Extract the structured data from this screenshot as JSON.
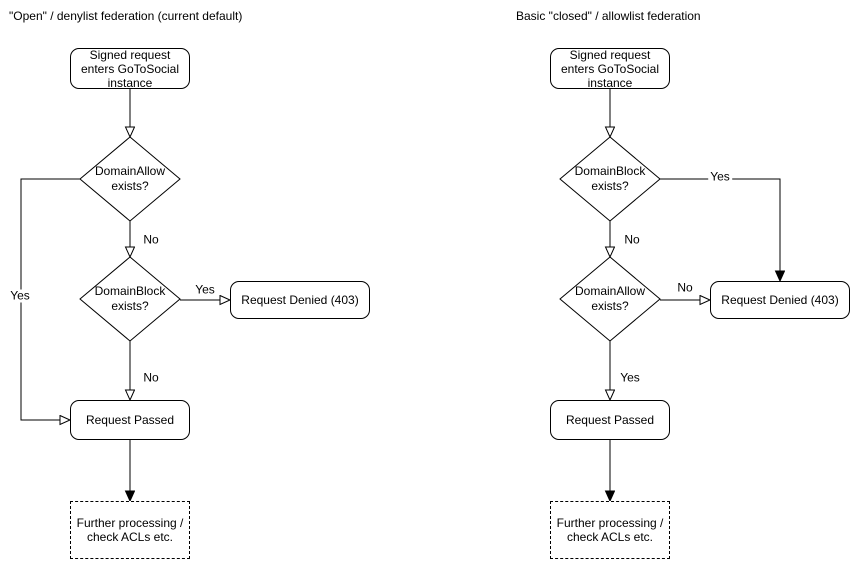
{
  "colors": {
    "background": "#ffffff",
    "stroke": "#000000",
    "text": "#000000"
  },
  "left_chart": {
    "title": "\"Open\" / denylist federation (current default)",
    "nodes": {
      "start": "Signed request enters GoToSocial instance",
      "decision1": "DomainAllow exists?",
      "decision2": "DomainBlock exists?",
      "denied": "Request Denied (403)",
      "passed": "Request Passed",
      "further": "Further processing / check ACLs etc."
    },
    "edge_labels": {
      "decision1_yes": "Yes",
      "decision1_no": "No",
      "decision2_yes": "Yes",
      "decision2_no": "No"
    }
  },
  "right_chart": {
    "title": "Basic \"closed\" / allowlist federation",
    "nodes": {
      "start": "Signed request enters GoToSocial instance",
      "decision1": "DomainBlock exists?",
      "decision2": "DomainAllow exists?",
      "denied": "Request Denied (403)",
      "passed": "Request Passed",
      "further": "Further processing / check ACLs etc."
    },
    "edge_labels": {
      "decision1_yes": "Yes",
      "decision1_no": "No",
      "decision2_no": "No",
      "decision2_yes": "Yes"
    }
  }
}
